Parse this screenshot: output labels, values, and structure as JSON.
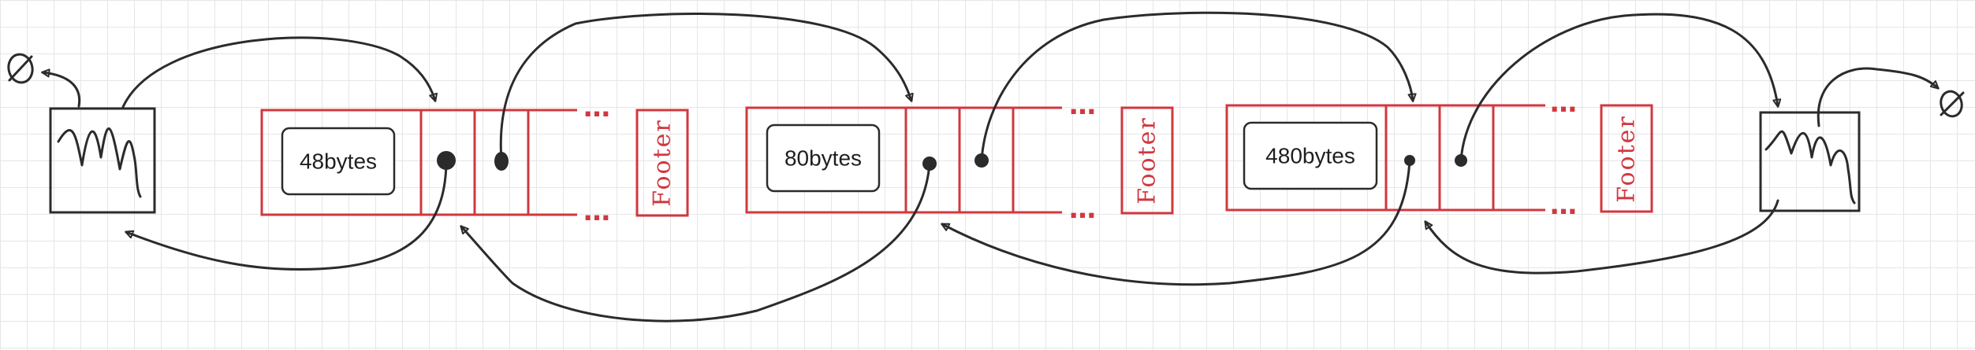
{
  "diagram": {
    "blocks": [
      {
        "size_label": "48bytes",
        "footer_label": "Footer"
      },
      {
        "size_label": "80bytes",
        "footer_label": "Footer"
      },
      {
        "size_label": "480bytes",
        "footer_label": "Footer"
      }
    ],
    "ellipsis": "…",
    "null_symbol": "∅",
    "colors": {
      "block_stroke": "#d0383f",
      "ink": "#2b2b2b",
      "grid": "#e6e6e6",
      "background": "#ffffff"
    }
  }
}
